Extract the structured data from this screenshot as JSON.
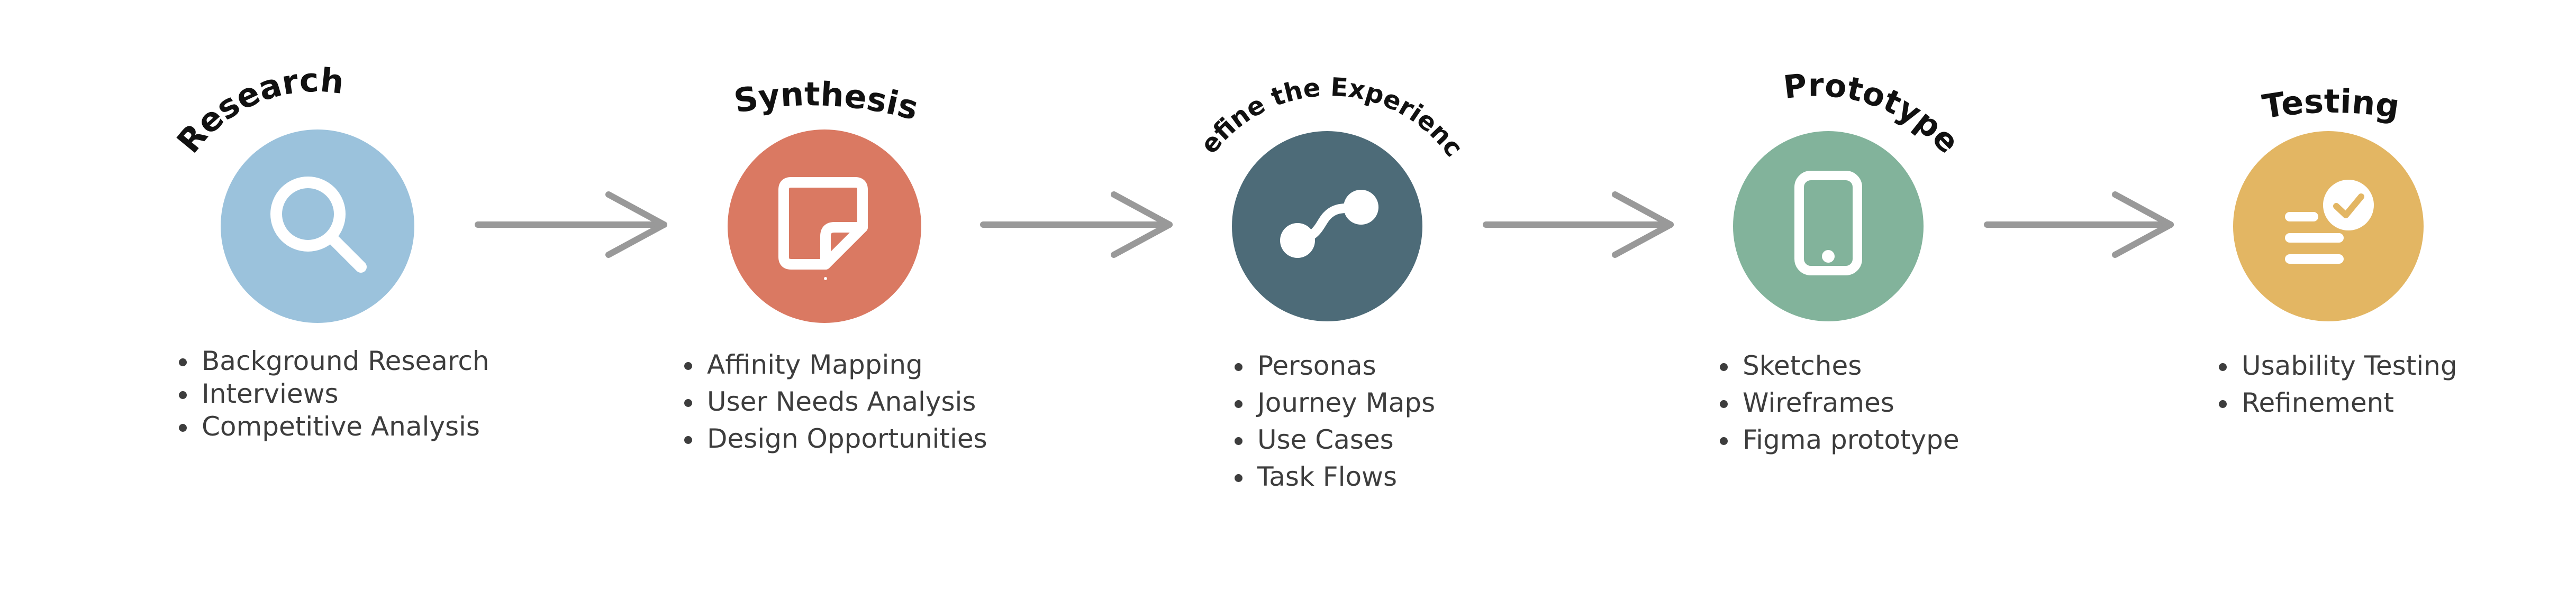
{
  "colors": {
    "research": "#9bc2dc",
    "synthesis": "#da7962",
    "define": "#4d6b78",
    "prototype": "#82b39b",
    "testing": "#e3b663",
    "arrow": "#999999",
    "icon": "#ffffff",
    "title": "#111111",
    "text": "#3d3d3d"
  },
  "steps": [
    {
      "title": "Research",
      "icon": "search-icon",
      "items": [
        "Background Research",
        "Interviews",
        "Competitive Analysis"
      ]
    },
    {
      "title": "Synthesis",
      "icon": "sticky-note-icon",
      "items": [
        "Affinity Mapping",
        "User Needs Analysis",
        "Design Opportunities"
      ]
    },
    {
      "title": "Define the Experience",
      "icon": "user-flow-icon",
      "items": [
        "Personas",
        "Journey Maps",
        "Use Cases",
        "Task Flows"
      ]
    },
    {
      "title": "Prototype",
      "icon": "mobile-phone-icon",
      "items": [
        "Sketches",
        "Wireframes",
        "Figma prototype"
      ]
    },
    {
      "title": "Testing",
      "icon": "checklist-icon",
      "items": [
        "Usability Testing",
        "Refinement"
      ]
    }
  ]
}
